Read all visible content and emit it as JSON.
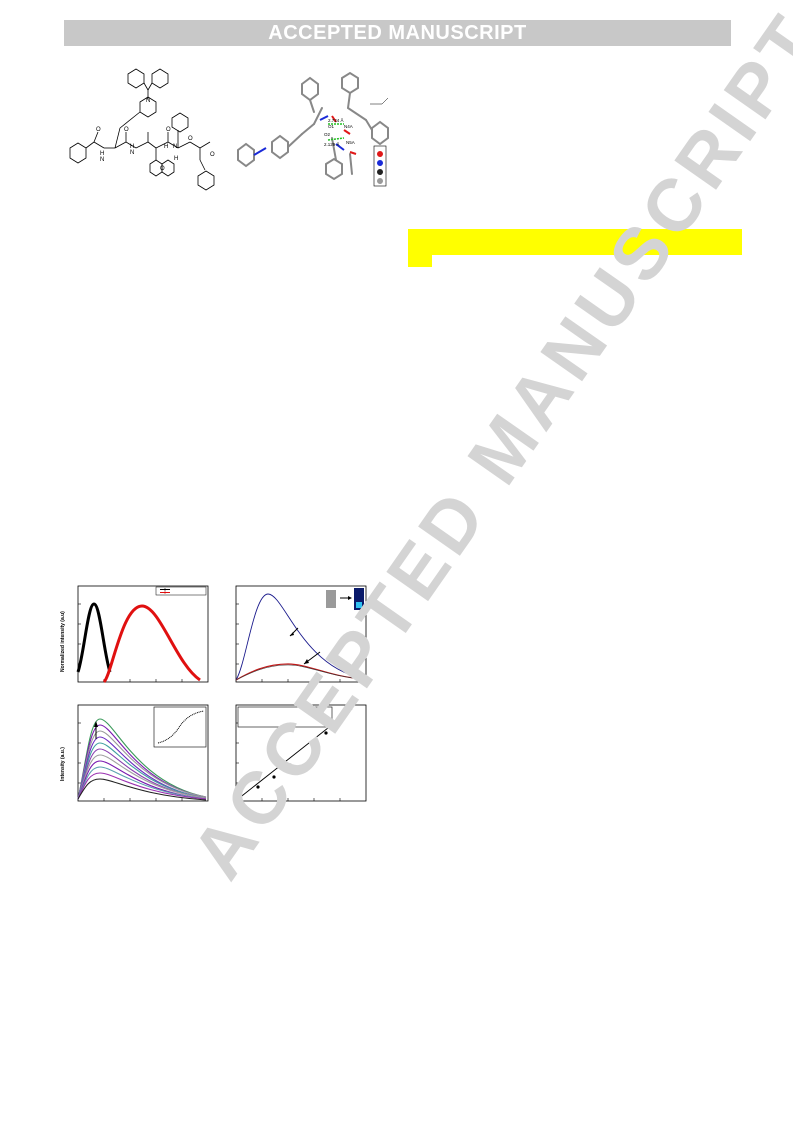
{
  "banner": {
    "text": "ACCEPTED MANUSCRIPT"
  },
  "watermark": {
    "text": "ACCEPTED MANUSCRIPT"
  },
  "molecule": {
    "atom_labels": [
      "N",
      "H",
      "N",
      "H",
      "N",
      "H",
      "N",
      "H",
      "O",
      "O",
      "O",
      "O",
      "O",
      "O"
    ]
  },
  "crystal": {
    "labels": [
      "2.724 Å",
      "O1",
      "N4A",
      "O2",
      "2.129 Å",
      "N5A"
    ]
  },
  "fig_a": {
    "ylabel": "Normalized intensity (a.u)"
  },
  "fig_c": {
    "ylabel": "Intensity (a.u.)"
  },
  "colors": {
    "black_series": "#000000",
    "red_series": "#e01010",
    "blue_curve": "#1a1a8c",
    "red_curve": "#c01818",
    "highlight": "#ffff00"
  }
}
